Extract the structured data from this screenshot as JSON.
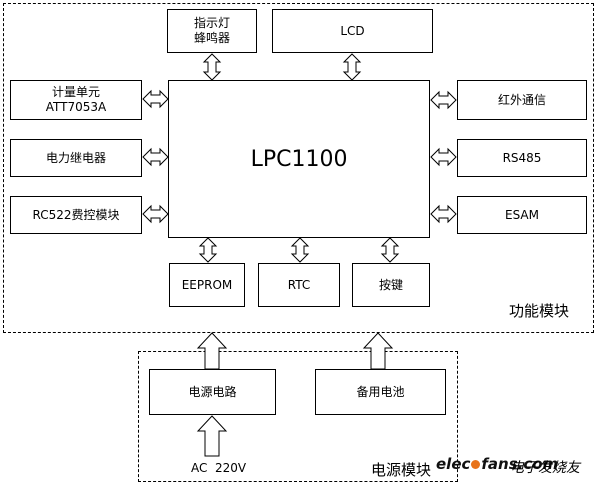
{
  "regions": {
    "function_module": "功能模块",
    "power_module": "电源模块"
  },
  "blocks": {
    "indicator": [
      "指示灯",
      "蜂鸣器"
    ],
    "lcd": "LCD",
    "metering": [
      "计量单元",
      "ATT7053A"
    ],
    "relay": "电力继电器",
    "rc522": "RC522费控模块",
    "cpu": "LPC1100",
    "infrared": "红外通信",
    "rs485": "RS485",
    "esam": "ESAM",
    "eeprom": "EEPROM",
    "rtc": "RTC",
    "keys": "按键",
    "power_circuit": "电源电路",
    "backup_battery": "备用电池"
  },
  "input_label": "AC  220V",
  "watermark": {
    "domain_a": "elec",
    "domain_b": "fans",
    "domain_c": ".com",
    "cn": "电子发烧友"
  }
}
